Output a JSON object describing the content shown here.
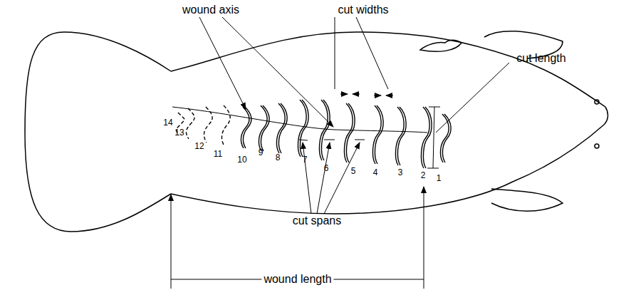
{
  "diagram": {
    "labels": [
      "wound axis",
      "cut widths",
      "cut length",
      "14",
      "13",
      "12",
      "11",
      "10",
      "9",
      "8",
      "7",
      "6",
      "5",
      "4",
      "3",
      "2",
      "1",
      "cut spans",
      "wound length"
    ]
  }
}
